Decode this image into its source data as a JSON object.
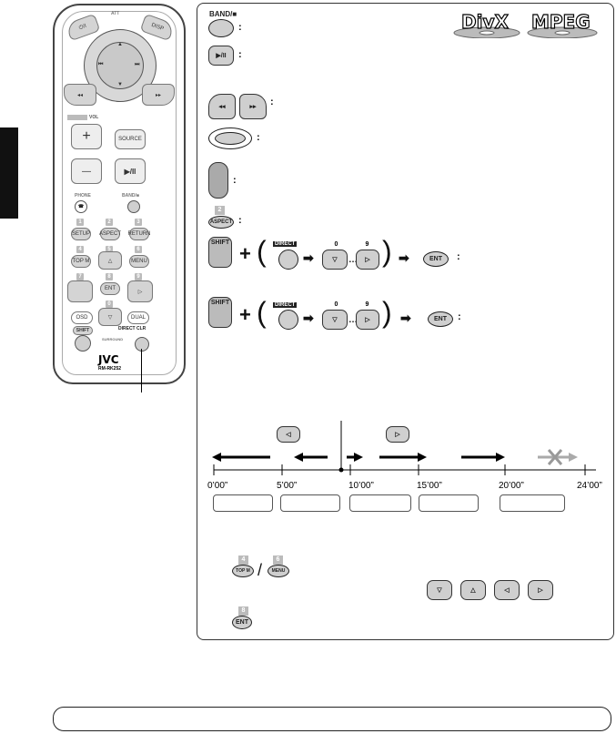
{
  "remote": {
    "brand": "JVC",
    "model": "RM-RK252",
    "labels": {
      "att": "ATT",
      "power": "⏻/I",
      "disp": "DISP",
      "vol": "VOL",
      "source": "SOURCE",
      "plus": "+",
      "minus": "—",
      "play_pause": "▶/II",
      "phone": "PHONE",
      "band": "BAND/■",
      "setup": "SETUP",
      "aspect": "ASPECT",
      "return": "RETURN",
      "top_m": "TOP M",
      "menu": "MENU",
      "ent": "ENT",
      "osd": "OSD",
      "dual": "DUAL",
      "shift": "SHIFT",
      "direct_clr": "DIRECT CLR",
      "surround": "SURROUND"
    },
    "numbers": [
      "1",
      "2",
      "3",
      "4",
      "5",
      "6",
      "7",
      "8",
      "9",
      "0"
    ]
  },
  "panel": {
    "band_label": "BAND/■",
    "play_pause": "▶/II",
    "aspect_num": "2",
    "aspect": "ASPECT",
    "shift": "SHIFT",
    "direct": "DIRECT",
    "zero": "0",
    "nine": "9",
    "ent": "ENT",
    "ellipsis": "…",
    "colon": ":",
    "discs": [
      "DivX",
      "MPEG"
    ]
  },
  "timeline": {
    "ticks": [
      "0’00”",
      "5’00”",
      "10’00”",
      "15’00”",
      "20’00”",
      "24’00”"
    ]
  },
  "bottom": {
    "top_m_num": "4",
    "top_m": "TOP M",
    "menu_num": "6",
    "menu": "MENU",
    "slash": "/",
    "ent_num": "8",
    "ent": "ENT"
  },
  "colors": {
    "button_grey": "#cfcfcf",
    "badge_grey": "#bbbbbb",
    "black": "#111111"
  }
}
